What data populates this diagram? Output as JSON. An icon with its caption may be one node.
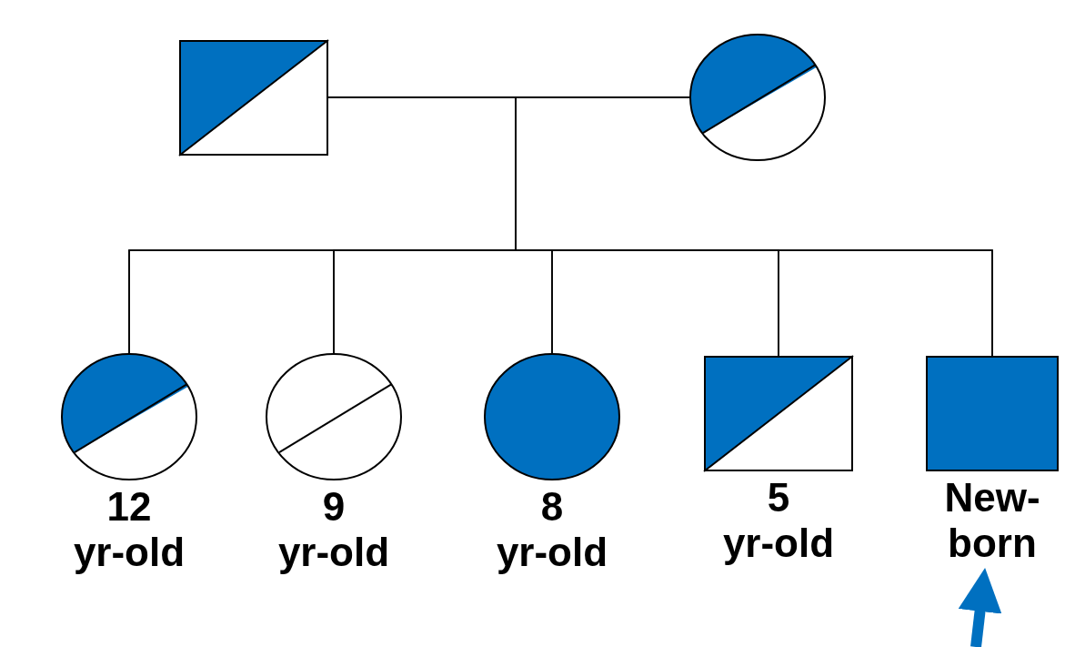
{
  "diagram": {
    "nodes": [
      {
        "text": [],
        "shape": "box"
      },
      {
        "text": [],
        "shape": "circle"
      },
      {
        "text": [],
        "shape": "circle",
        "beside": [
          "12 yr-old"
        ]
      },
      {
        "text": [],
        "shape": "circle",
        "beside": [
          "9 yr-old"
        ]
      },
      {
        "text": [],
        "shape": "circle",
        "beside": [
          "8 yr-old"
        ]
      },
      {
        "text": [],
        "shape": "box",
        "beside": [
          "5 yr-old"
        ]
      },
      {
        "text": [],
        "shape": "box",
        "beside": [
          "New-born"
        ]
      }
    ],
    "edges": [
      {
        "from": 0,
        "to": 1,
        "arrow": "none"
      },
      {
        "from": 0,
        "to": 2,
        "arrow": "none"
      },
      {
        "from": 1,
        "to": 2,
        "arrow": "none"
      },
      {
        "from": 0,
        "to": 3,
        "arrow": "none"
      },
      {
        "from": 1,
        "to": 3,
        "arrow": "none"
      },
      {
        "from": 0,
        "to": 4,
        "arrow": "none"
      },
      {
        "from": 1,
        "to": 4,
        "arrow": "none"
      },
      {
        "from": 0,
        "to": 5,
        "arrow": "none"
      },
      {
        "from": 1,
        "to": 5,
        "arrow": "none"
      },
      {
        "from": 0,
        "to": 6,
        "arrow": "none"
      },
      {
        "from": 1,
        "to": 6,
        "arrow": "none"
      },
      {
        "from": null,
        "to": 6,
        "arrow": "to",
        "style": "thick",
        "color": "#0070c0"
      }
    ]
  }
}
